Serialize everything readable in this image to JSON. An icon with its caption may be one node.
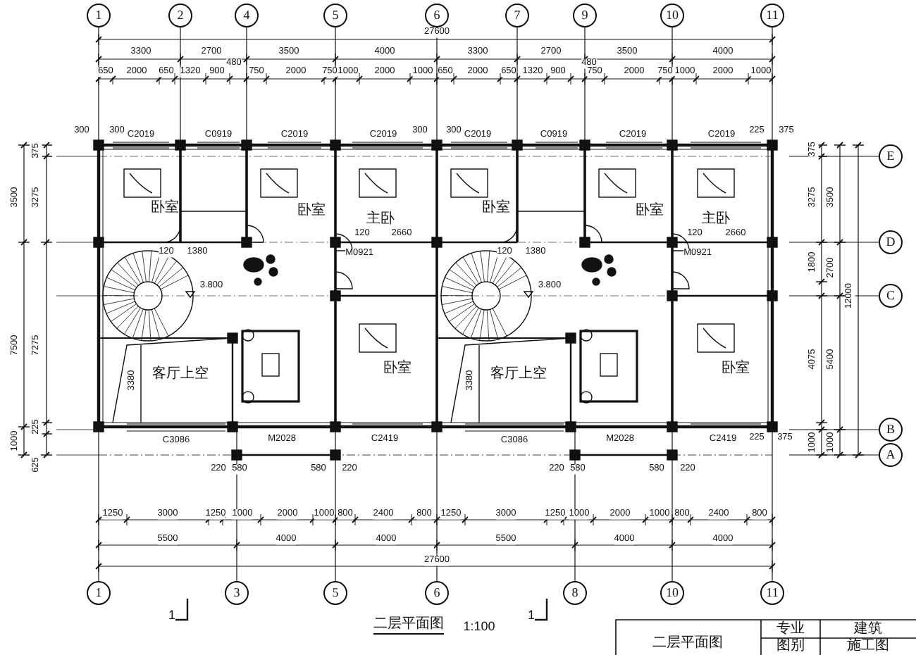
{
  "diagram": {
    "title": "二层平面图",
    "nodes": [
      {
        "text": [
          "1"
        ]
      },
      {
        "text": [
          "2"
        ]
      },
      {
        "text": [
          "4"
        ]
      },
      {
        "text": [
          "5"
        ]
      },
      {
        "text": [
          "6"
        ]
      },
      {
        "text": [
          "7"
        ]
      },
      {
        "text": [
          "9"
        ]
      },
      {
        "text": [
          "10"
        ]
      },
      {
        "text": [
          "11"
        ]
      },
      {
        "text": [
          "1"
        ]
      },
      {
        "text": [
          "3"
        ]
      },
      {
        "text": [
          "5"
        ]
      },
      {
        "text": [
          "6"
        ]
      },
      {
        "text": [
          "8"
        ]
      },
      {
        "text": [
          "10"
        ]
      },
      {
        "text": [
          "11"
        ]
      },
      {
        "text": [
          "E"
        ]
      },
      {
        "text": [
          "D"
        ]
      },
      {
        "text": [
          "C"
        ]
      },
      {
        "text": [
          "B"
        ]
      },
      {
        "text": [
          "A"
        ]
      }
    ],
    "labels": [
      "27600",
      "3300",
      "2700",
      "3500",
      "4000",
      "3300",
      "2700",
      "3500",
      "4000",
      "650",
      "2000",
      "650",
      "1320",
      "900",
      "480",
      "750",
      "2000",
      "750",
      "1000",
      "2000",
      "1000",
      "650",
      "2000",
      "650",
      "1320",
      "900",
      "480",
      "750",
      "2000",
      "750",
      "1000",
      "2000",
      "1000",
      "300",
      "300",
      "300",
      "300",
      "225",
      "375",
      "C2019",
      "C0919",
      "C2019",
      "C2019",
      "C2019",
      "C0919",
      "C2019",
      "C2019",
      "375",
      "3500",
      "3275",
      "7500",
      "7275",
      "225",
      "1000",
      "625",
      "375",
      "3275",
      "3500",
      "1800",
      "2700",
      "12000",
      "4075",
      "5400",
      "1000",
      "1000",
      "225",
      "375",
      "120",
      "1380",
      "3.800",
      "3380",
      "客厅上空",
      "卧室",
      "卧室",
      "主卧",
      "120",
      "2660",
      "M0921",
      "卧室",
      "C3086",
      "M2028",
      "C2419",
      "120",
      "1380",
      "3.800",
      "3380",
      "客厅上空",
      "卧室",
      "卧室",
      "主卧",
      "120",
      "2660",
      "M0921",
      "卧室",
      "C3086",
      "M2028",
      "C2419",
      "220",
      "580",
      "580",
      "220",
      "220",
      "580",
      "580",
      "220",
      "1250",
      "3000",
      "1250",
      "1000",
      "2000",
      "1000",
      "800",
      "2400",
      "800",
      "1250",
      "3000",
      "1250",
      "1000",
      "2000",
      "1000",
      "800",
      "2400",
      "800",
      "5500",
      "4000",
      "4000",
      "5500",
      "4000",
      "4000",
      "27600",
      "1",
      "1",
      "1:100",
      "二层平面图",
      "专业",
      "建筑",
      "图别",
      "施工图"
    ]
  }
}
